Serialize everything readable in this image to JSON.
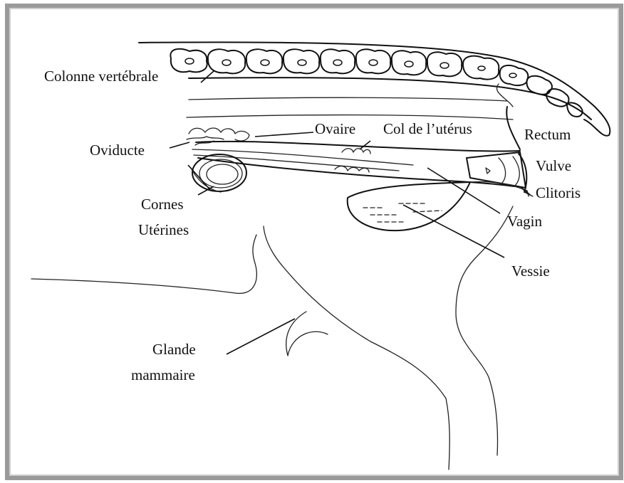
{
  "labels": {
    "colonne": "Colonne vertébrale",
    "ovaire": "Ovaire",
    "col_uterus": "Col de l’utérus",
    "rectum": "Rectum",
    "oviducte": "Oviducte",
    "vulve": "Vulve",
    "clitoris": "Clitoris",
    "cornes_line1": "Cornes",
    "cornes_line2": "Utérines",
    "vagin": "Vagin",
    "vessie": "Vessie",
    "glande_line1": "Glande",
    "glande_line2": "mammaire"
  },
  "colors": {
    "ink": "#111111",
    "frame": "#9a9a9a",
    "background": "#ffffff"
  }
}
